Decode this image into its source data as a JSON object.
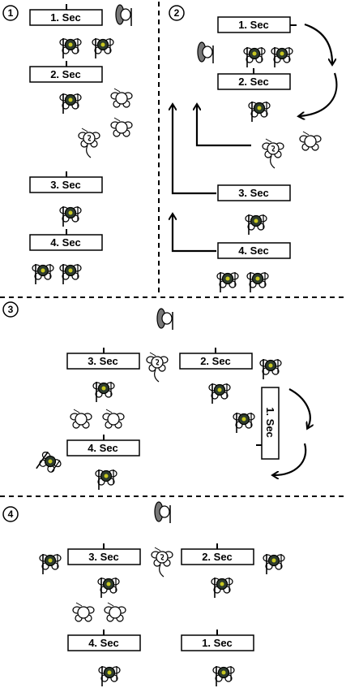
{
  "panels": [
    {
      "number": "1"
    },
    {
      "number": "2"
    },
    {
      "number": "3"
    },
    {
      "number": "4"
    }
  ],
  "sections": {
    "first": "1. Sec",
    "second": "2. Sec",
    "third": "3. Sec",
    "fourth": "4. Sec"
  },
  "colors": {
    "line": "#000000",
    "figure_fill": "#ffffff",
    "helmet_dark": "#2e3b2e",
    "helmet_accent": "#c8c820",
    "shield": "#777777"
  },
  "icons": {
    "soldier": "soldier-icon",
    "squad_leader": "squad-leader-icon",
    "shield_bearer": "shield-bearer-icon",
    "empty_soldier": "empty-soldier-icon",
    "lying_soldier": "lying-soldier-icon"
  }
}
